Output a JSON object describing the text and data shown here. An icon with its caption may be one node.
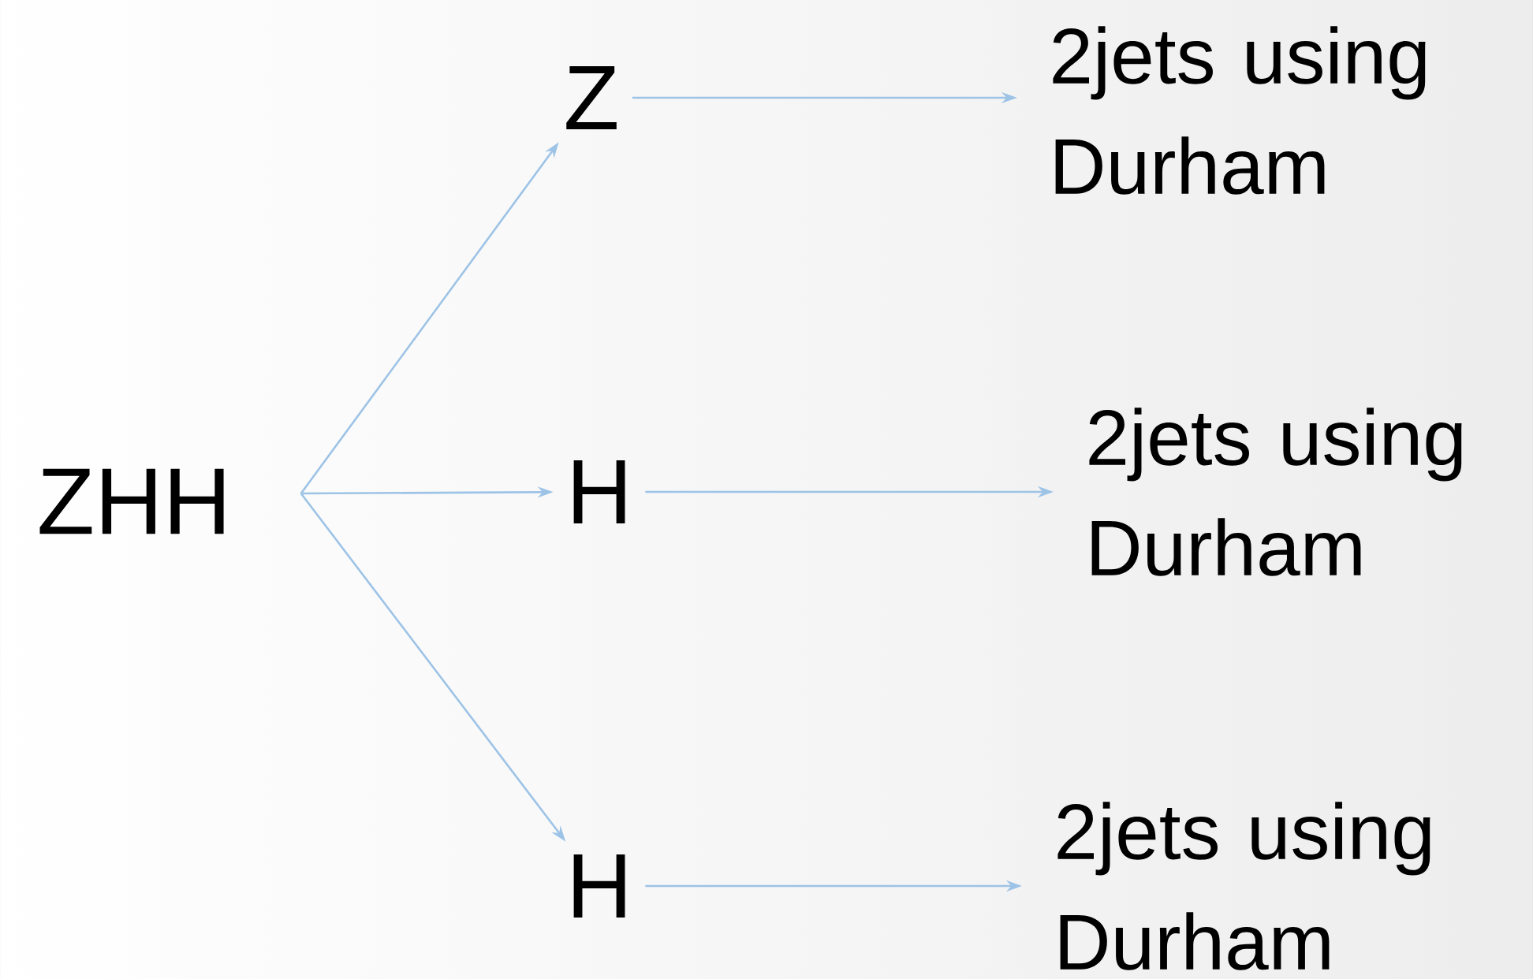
{
  "diagram": {
    "nodes": [
      {
        "text": [
          "ZHH"
        ]
      },
      {
        "text": [
          "Z"
        ]
      },
      {
        "text": [
          "H"
        ]
      },
      {
        "text": [
          "H"
        ]
      },
      {
        "text": [
          "2jets using Durham"
        ]
      },
      {
        "text": [
          "2jets using Durham"
        ]
      },
      {
        "text": [
          "2jets using Durham"
        ]
      }
    ],
    "edges": [
      {
        "from": 0,
        "to": 1,
        "arrow": "to"
      },
      {
        "from": 0,
        "to": 2,
        "arrow": "to"
      },
      {
        "from": 0,
        "to": 3,
        "arrow": "to"
      },
      {
        "from": 1,
        "to": 4,
        "arrow": "to"
      },
      {
        "from": 2,
        "to": 5,
        "arrow": "to"
      },
      {
        "from": 3,
        "to": 6,
        "arrow": "to"
      }
    ]
  }
}
